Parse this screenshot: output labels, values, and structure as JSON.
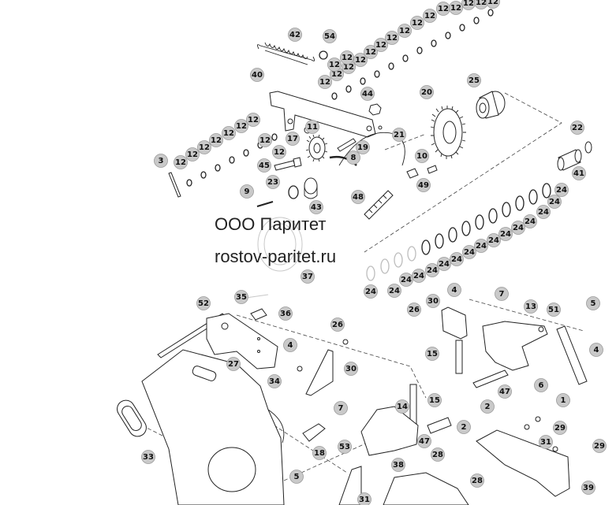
{
  "watermark": {
    "company": "ООО Паритет",
    "website": "rostov-paritet.ru"
  },
  "callout_labels": {
    "c42": "42",
    "c54": "54",
    "c40": "40",
    "c44": "44",
    "c20": "20",
    "c25": "25",
    "c11": "11",
    "c17": "17",
    "c21": "21",
    "c19": "19",
    "c22": "22",
    "c8": "8",
    "c10": "10",
    "c41": "41",
    "c3": "3",
    "c45": "45",
    "c49": "49",
    "c23": "23",
    "c9": "9",
    "c48": "48",
    "c43": "43",
    "c37": "37",
    "c52": "52",
    "c35": "35",
    "c36": "36",
    "c4a": "4",
    "c7a": "7",
    "c30a": "30",
    "c26a": "26",
    "c13": "13",
    "c51": "51",
    "c5a": "5",
    "c4b": "4",
    "c15a": "15",
    "c47a": "47",
    "c6": "6",
    "c2a": "2",
    "c1": "1",
    "c26b": "26",
    "c4c": "4",
    "c27": "27",
    "c30b": "30",
    "c34": "34",
    "c14": "14",
    "c15b": "15",
    "c7b": "7",
    "c47b": "47",
    "c2b": "2",
    "c29a": "29",
    "c31a": "31",
    "c29b": "29",
    "c33": "33",
    "c18": "18",
    "c53": "53",
    "c28a": "28",
    "c28b": "28",
    "c38": "38",
    "c39": "39",
    "c5b": "5",
    "c31b": "31",
    "c12a": "12",
    "c12b": "12",
    "c12c": "12",
    "c12d": "12",
    "c12e": "12",
    "c12f": "12",
    "c12g": "12",
    "c12h": "12",
    "c12i": "12",
    "c12j": "12",
    "c12k": "12",
    "c12l": "12",
    "c12m": "12",
    "c12n": "12",
    "c12o": "12",
    "c12p": "12",
    "c12q": "12",
    "c12r": "12",
    "c12s": "12",
    "c12t": "12",
    "c12u": "12",
    "c12v": "12",
    "c12w": "12",
    "c12x": "12",
    "c12y": "12",
    "c12z": "12",
    "c24a": "24",
    "c24b": "24",
    "c24c": "24",
    "c24d": "24",
    "c24e": "24",
    "c24f": "24",
    "c24g": "24",
    "c24h": "24",
    "c24i": "24",
    "c24j": "24",
    "c24k": "24",
    "c24l": "24",
    "c24m": "24",
    "c24n": "24",
    "c24o": "24",
    "c24p": "24"
  }
}
